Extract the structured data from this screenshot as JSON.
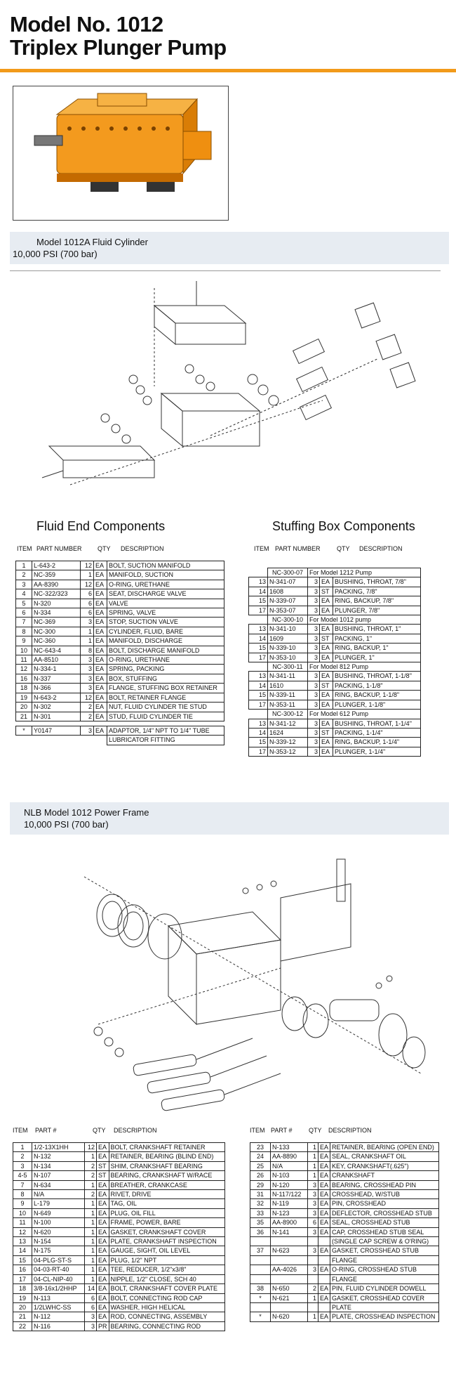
{
  "title": {
    "line1": "Model No. 1012",
    "line2": "Triplex Plunger Pump"
  },
  "photo": {
    "alt": "pump-photo"
  },
  "fluid_cylinder": {
    "line1": "Model 1012A Fluid Cylinder",
    "line2": "10,000 PSI (700 bar)"
  },
  "fluid_end": {
    "title": "Fluid End Components",
    "headers": [
      "ITEM",
      "PART NUMBER",
      "QTY",
      "DESCRIPTION"
    ],
    "rows": [
      [
        "1",
        "L-643-2",
        "12",
        "EA",
        "BOLT, SUCTION MANIFOLD"
      ],
      [
        "2",
        "NC-359",
        "1",
        "EA",
        "MANIFOLD, SUCTION"
      ],
      [
        "3",
        "AA-8390",
        "12",
        "EA",
        "O-RING, URETHANE"
      ],
      [
        "4",
        "NC-322/323",
        "6",
        "EA",
        "SEAT, DISCHARGE VALVE"
      ],
      [
        "5",
        "N-320",
        "6",
        "EA",
        "VALVE"
      ],
      [
        "6",
        "N-334",
        "6",
        "EA",
        "SPRING, VALVE"
      ],
      [
        "7",
        "NC-369",
        "3",
        "EA",
        "STOP, SUCTION VALVE"
      ],
      [
        "8",
        "NC-300",
        "1",
        "EA",
        "CYLINDER, FLUID, BARE"
      ],
      [
        "9",
        "NC-360",
        "1",
        "EA",
        "MANIFOLD, DISCHARGE"
      ],
      [
        "10",
        "NC-643-4",
        "8",
        "EA",
        "BOLT, DISCHARGE MANIFOLD"
      ],
      [
        "11",
        "AA-8510",
        "3",
        "EA",
        "O-RING, URETHANE"
      ],
      [
        "12",
        "N-334-1",
        "3",
        "EA",
        "SPRING, PACKING"
      ],
      [
        "16",
        "N-337",
        "3",
        "EA",
        "BOX, STUFFING"
      ],
      [
        "18",
        "N-366",
        "3",
        "EA",
        "FLANGE, STUFFING BOX RETAINER"
      ],
      [
        "19",
        "N-643-2",
        "12",
        "EA",
        "BOLT, RETAINER FLANGE"
      ],
      [
        "20",
        "N-302",
        "2",
        "EA",
        "NUT, FLUID CYLINDER TIE STUD"
      ],
      [
        "21",
        "N-301",
        "2",
        "EA",
        "STUD, FLUID CYLINDER TIE"
      ]
    ],
    "extra": [
      "*",
      "Y0147",
      "3",
      "EA",
      "ADAPTOR, 1/4\" NPT TO 1/4\" TUBE",
      "LUBRICATOR FITTING"
    ]
  },
  "stuffing_box": {
    "title": "Stuffing Box Components",
    "headers": [
      "ITEM",
      "PART NUMBER",
      "QTY",
      "DESCRIPTION"
    ],
    "groups": [
      {
        "part": "NC-300-07",
        "model": "For Model 1212 Pump",
        "rows": [
          [
            "13",
            "N-341-07",
            "3",
            "EA",
            "BUSHING, THROAT, 7/8\""
          ],
          [
            "14",
            "1608",
            "3",
            "ST",
            "PACKING, 7/8\""
          ],
          [
            "15",
            "N-339-07",
            "3",
            "EA",
            "RING, BACKUP, 7/8\""
          ],
          [
            "17",
            "N-353-07",
            "3",
            "EA",
            "PLUNGER, 7/8\""
          ]
        ]
      },
      {
        "part": "NC-300-10",
        "model": "For Model 1012 pump",
        "rows": [
          [
            "13",
            "N-341-10",
            "3",
            "EA",
            "BUSHING, THROAT, 1\""
          ],
          [
            "14",
            "1609",
            "3",
            "ST",
            "PACKING, 1\""
          ],
          [
            "15",
            "N-339-10",
            "3",
            "EA",
            "RING, BACKUP, 1\""
          ],
          [
            "17",
            "N-353-10",
            "3",
            "EA",
            "PLUNGER, 1\""
          ]
        ]
      },
      {
        "part": "NC-300-11",
        "model": "For Model 812 Pump",
        "rows": [
          [
            "13",
            "N-341-11",
            "3",
            "EA",
            "BUSHING, THROAT, 1-1/8\""
          ],
          [
            "14",
            "1610",
            "3",
            "ST",
            "PACKING, 1-1/8\""
          ],
          [
            "15",
            "N-339-11",
            "3",
            "EA",
            "RING, BACKUP, 1-1/8\""
          ],
          [
            "17",
            "N-353-11",
            "3",
            "EA",
            "PLUNGER, 1-1/8\""
          ]
        ]
      },
      {
        "part": "NC-300-12",
        "model": "For Model 612 Pump",
        "rows": [
          [
            "13",
            "N-341-12",
            "3",
            "EA",
            "BUSHING, THROAT, 1-1/4\""
          ],
          [
            "14",
            "1624",
            "3",
            "ST",
            "PACKING, 1-1/4\""
          ],
          [
            "15",
            "N-339-12",
            "3",
            "EA",
            "RING, BACKUP, 1-1/4\""
          ],
          [
            "17",
            "N-353-12",
            "3",
            "EA",
            "PLUNGER, 1-1/4\""
          ]
        ]
      }
    ]
  },
  "power_frame": {
    "line1": "NLB Model 1012 Power Frame",
    "line2": "10,000 PSI (700 bar)"
  },
  "power_left": {
    "headers": [
      "ITEM",
      "PART #",
      "QTY",
      "DESCRIPTION"
    ],
    "rows": [
      [
        "1",
        "1/2-13X1HH",
        "12",
        "EA",
        "BOLT, CRANKSHAFT RETAINER"
      ],
      [
        "2",
        "N-132",
        "1",
        "EA",
        "RETAINER, BEARING (BLIND END)"
      ],
      [
        "3",
        "N-134",
        "2",
        "ST",
        "SHIM, CRANKSHAFT BEARING"
      ],
      [
        "4-5",
        "N-107",
        "2",
        "ST",
        "BEARING, CRANKSHAFT W/RACE"
      ],
      [
        "7",
        "N-634",
        "1",
        "EA",
        "BREATHER, CRANKCASE"
      ],
      [
        "8",
        "N/A",
        "2",
        "EA",
        "RIVET, DRIVE"
      ],
      [
        "9",
        "L-179",
        "1",
        "EA",
        "TAG, OIL"
      ],
      [
        "10",
        "N-649",
        "1",
        "EA",
        "PLUG, OIL FILL"
      ],
      [
        "11",
        "N-100",
        "1",
        "EA",
        "FRAME, POWER, BARE"
      ],
      [
        "12",
        "N-620",
        "1",
        "EA",
        "GASKET, CRANKSHAFT COVER"
      ],
      [
        "13",
        "N-154",
        "1",
        "EA",
        "PLATE, CRANKSHAFT INSPECTION"
      ],
      [
        "14",
        "N-175",
        "1",
        "EA",
        "GAUGE, SIGHT, OIL LEVEL"
      ],
      [
        "15",
        "04-PLG-ST-S",
        "1",
        "EA",
        "PLUG, 1/2\" NPT"
      ],
      [
        "16",
        "04-03-RT-40",
        "1",
        "EA",
        "TEE, REDUCER, 1/2\"x3/8\""
      ],
      [
        "17",
        "04-CL-NIP-40",
        "1",
        "EA",
        "NIPPLE, 1/2\" CLOSE, SCH 40"
      ],
      [
        "18",
        "3/8-16x1/2HHP",
        "14",
        "EA",
        "BOLT, CRANKSHAFT COVER PLATE"
      ],
      [
        "19",
        "N-113",
        "6",
        "EA",
        "BOLT, CONNECTING ROD CAP"
      ],
      [
        "20",
        "1/2LWHC-SS",
        "6",
        "EA",
        "WASHER, HIGH HELICAL"
      ],
      [
        "21",
        "N-112",
        "3",
        "EA",
        "ROD, CONNECTING, ASSEMBLY"
      ],
      [
        "22",
        "N-116",
        "3",
        "PR",
        "BEARING, CONNECTING ROD"
      ]
    ]
  },
  "power_right": {
    "headers": [
      "ITEM",
      "PART #",
      "QTY",
      "DESCRIPTION"
    ],
    "rows": [
      [
        "23",
        "N-133",
        "1",
        "EA",
        "RETAINER, BEARING (OPEN END)"
      ],
      [
        "24",
        "AA-8890",
        "1",
        "EA",
        "SEAL, CRANKSHAFT OIL"
      ],
      [
        "25",
        "N/A",
        "1",
        "EA",
        "KEY, CRANKSHAFT(.625\")"
      ],
      [
        "26",
        "N-103",
        "1",
        "EA",
        "CRANKSHAFT"
      ],
      [
        "29",
        "N-120",
        "3",
        "EA",
        "BEARING, CROSSHEAD PIN"
      ],
      [
        "31",
        "N-117/122",
        "3",
        "EA",
        "CROSSHEAD, W/STUB"
      ],
      [
        "32",
        "N-119",
        "3",
        "EA",
        "PIN, CROSSHEAD"
      ],
      [
        "33",
        "N-123",
        "3",
        "EA",
        "DEFLECTOR, CROSSHEAD STUB"
      ],
      [
        "35",
        "AA-8900",
        "6",
        "EA",
        "SEAL, CROSSHEAD STUB"
      ],
      [
        "36",
        "N-141",
        "3",
        "EA",
        "CAP, CROSSHEAD STUB SEAL"
      ],
      [
        "",
        "",
        "",
        "",
        "(SINGLE CAP SCREW & O'RING)"
      ],
      [
        "37",
        "N-623",
        "3",
        "EA",
        "GASKET, CROSSHEAD STUB"
      ],
      [
        "",
        "",
        "",
        "",
        "FLANGE"
      ],
      [
        "",
        "AA-4026",
        "3",
        "EA",
        "O-RING, CROSSHEAD STUB"
      ],
      [
        "",
        "",
        "",
        "",
        "FLANGE"
      ],
      [
        "38",
        "N-650",
        "2",
        "EA",
        "PIN, FLUID CYLINDER DOWELL"
      ],
      [
        "*",
        "N-621",
        "1",
        "EA",
        "GASKET, CROSSHEAD COVER"
      ],
      [
        "",
        "",
        "",
        "",
        "PLATE"
      ],
      [
        "*",
        "N-620",
        "1",
        "EA",
        "PLATE, CROSSHEAD INSPECTION"
      ]
    ]
  }
}
